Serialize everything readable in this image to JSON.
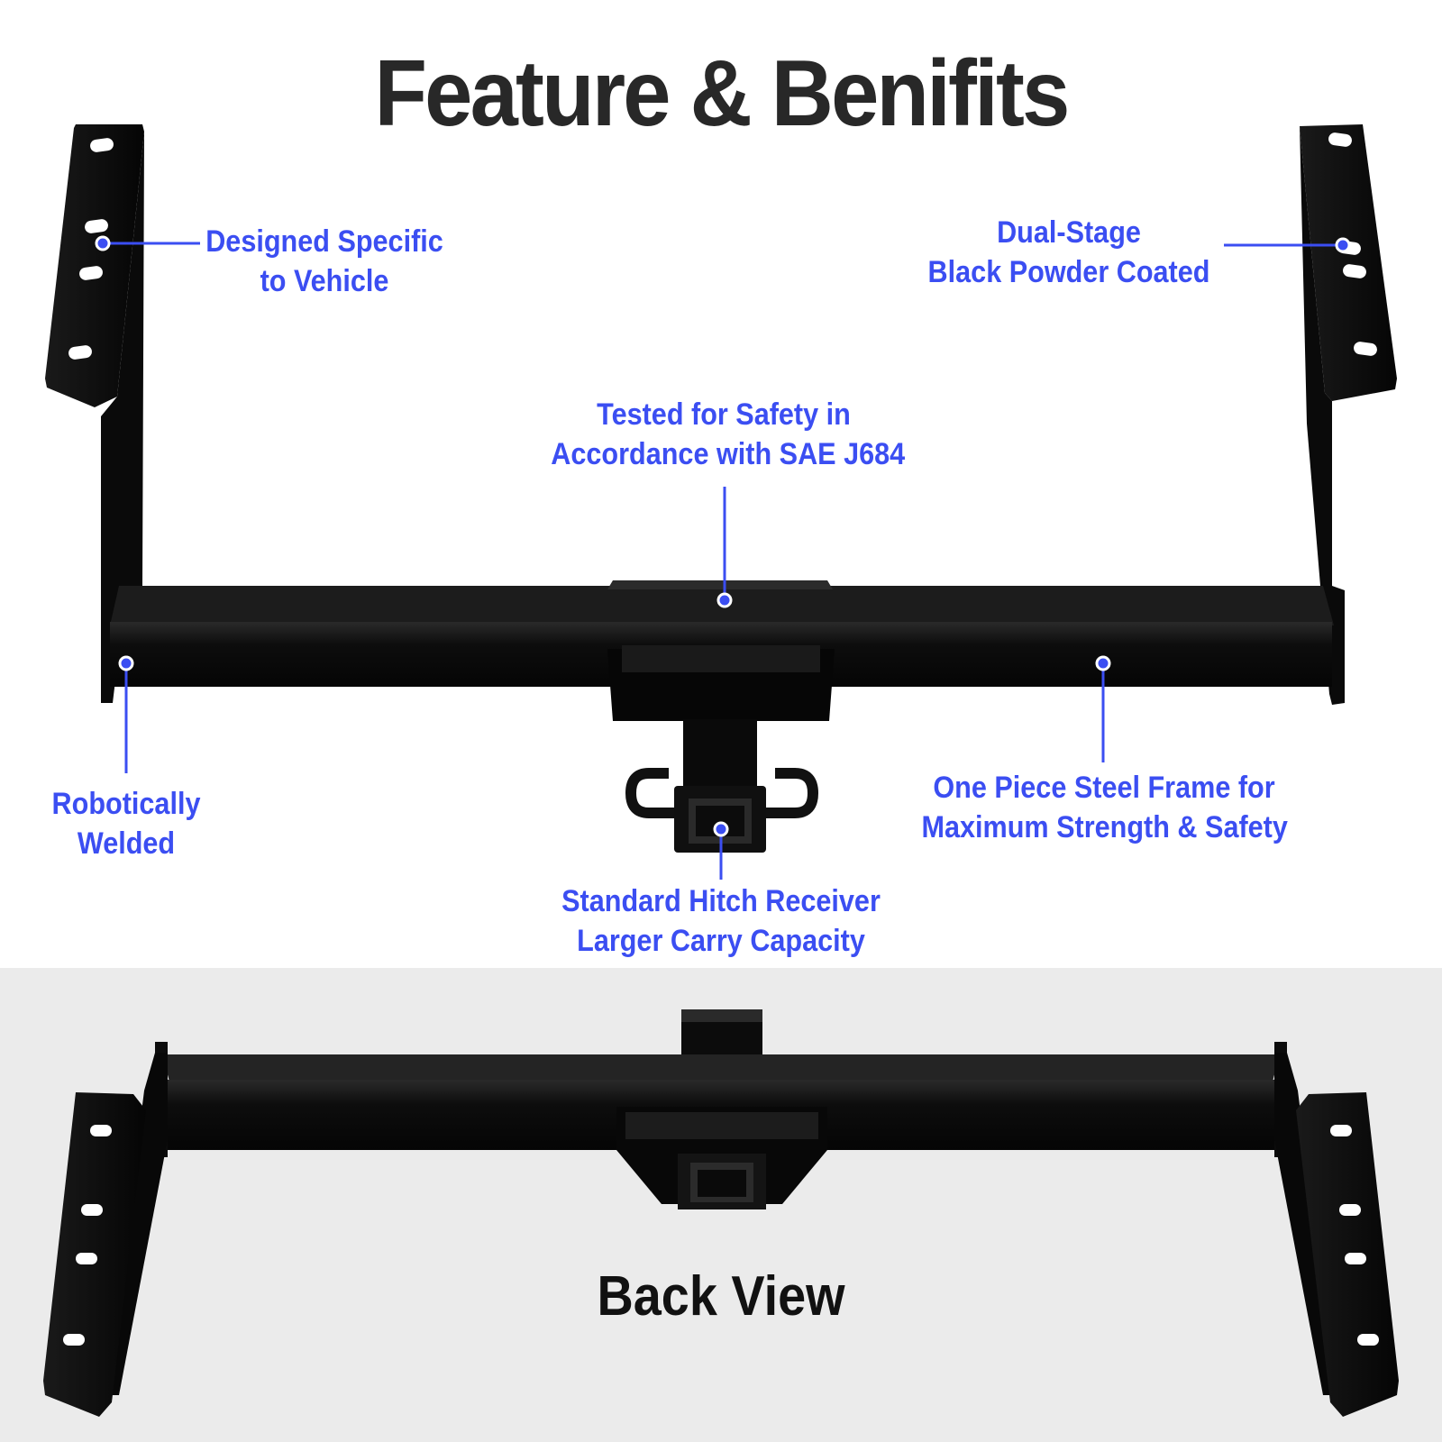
{
  "title": "Feature & Benifits",
  "callouts": {
    "designed": [
      "Designed Specific",
      "to Vehicle"
    ],
    "coated": [
      "Dual-Stage",
      "Black Powder Coated"
    ],
    "tested": [
      "Tested for Safety in",
      "Accordance with SAE J684"
    ],
    "welded": [
      "Robotically",
      "Welded"
    ],
    "frame": [
      "One Piece Steel Frame for",
      "Maximum Strength & Safety"
    ],
    "receiver": [
      "Standard Hitch Receiver",
      "Larger Carry Capacity"
    ]
  },
  "back_view_label": "Back View",
  "colors": {
    "accent": "#3b4ef2",
    "title": "#282828",
    "metal": "#0c0c0c",
    "panel": "#ebebeb"
  }
}
